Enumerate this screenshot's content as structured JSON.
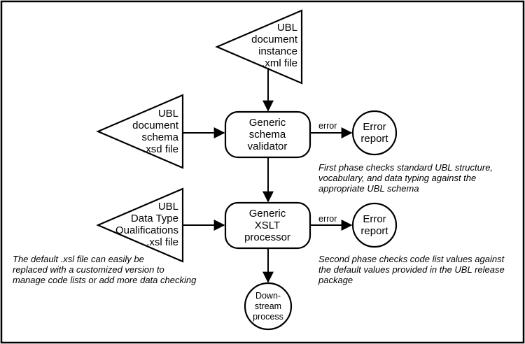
{
  "nodes": {
    "instance_input": {
      "lines": [
        "UBL",
        "document",
        "instance",
        ".xml file"
      ]
    },
    "schema_input": {
      "lines": [
        "UBL",
        "document",
        "schema",
        ".xsd file"
      ]
    },
    "xsl_input": {
      "lines": [
        "UBL",
        "Data Type",
        "Qualifications",
        ".xsl file"
      ]
    },
    "schema_validator": {
      "lines": [
        "Generic",
        "schema",
        "validator"
      ]
    },
    "xslt_processor": {
      "lines": [
        "Generic",
        "XSLT",
        "processor"
      ]
    },
    "error_report_1": {
      "lines": [
        "Error",
        "report"
      ]
    },
    "error_report_2": {
      "lines": [
        "Error",
        "report"
      ]
    },
    "downstream": {
      "lines": [
        "Down-",
        "stream",
        "process"
      ]
    }
  },
  "edges": {
    "error_label_1": "error",
    "error_label_2": "error"
  },
  "notes": {
    "phase1": [
      "First phase checks standard UBL structure,",
      "vocabulary, and data typing against the",
      "appropriate UBL schema"
    ],
    "phase2": [
      "Second phase checks code list values against",
      "the default values provided in the UBL release",
      "package"
    ],
    "xsl_note": [
      "The default .xsl file can easily be",
      "replaced with a customized version to",
      "manage code lists or add more data checking"
    ]
  }
}
